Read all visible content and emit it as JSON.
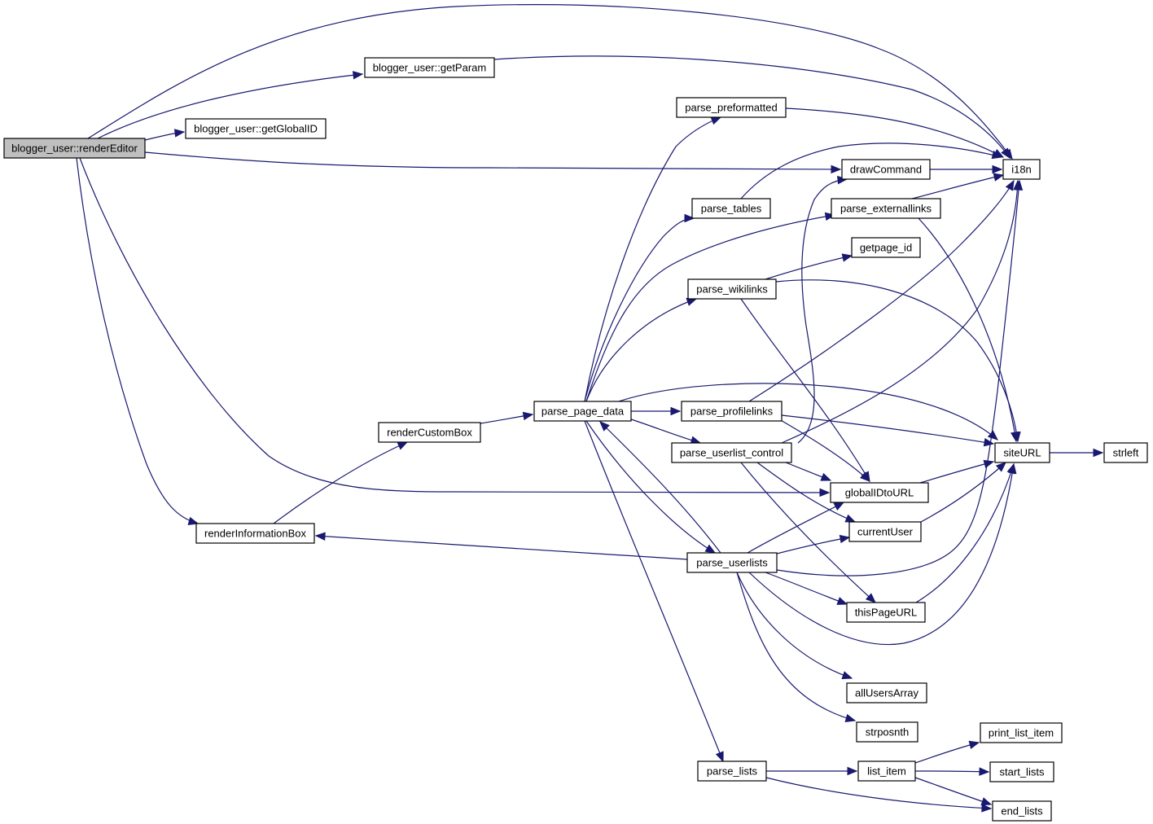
{
  "colors": {
    "edge": "#191970",
    "node_fill": "#ffffff",
    "root_fill": "#bfbfbf",
    "node_border": "#000000"
  },
  "nodes": [
    {
      "id": "renderEditor",
      "label": "blogger_user::renderEditor",
      "root": true
    },
    {
      "id": "getParam",
      "label": "blogger_user::getParam"
    },
    {
      "id": "getGlobalID",
      "label": "blogger_user::getGlobalID"
    },
    {
      "id": "renderInformationBox",
      "label": "renderInformationBox"
    },
    {
      "id": "renderCustomBox",
      "label": "renderCustomBox"
    },
    {
      "id": "parse_page_data",
      "label": "parse_page_data"
    },
    {
      "id": "parse_preformatted",
      "label": "parse_preformatted"
    },
    {
      "id": "parse_tables",
      "label": "parse_tables"
    },
    {
      "id": "parse_wikilinks",
      "label": "parse_wikilinks"
    },
    {
      "id": "parse_profilelinks",
      "label": "parse_profilelinks"
    },
    {
      "id": "parse_userlist_control",
      "label": "parse_userlist_control"
    },
    {
      "id": "parse_userlists",
      "label": "parse_userlists"
    },
    {
      "id": "parse_lists",
      "label": "parse_lists"
    },
    {
      "id": "drawCommand",
      "label": "drawCommand"
    },
    {
      "id": "parse_externallinks",
      "label": "parse_externallinks"
    },
    {
      "id": "getpage_id",
      "label": "getpage_id"
    },
    {
      "id": "globalIDtoURL",
      "label": "globalIDtoURL"
    },
    {
      "id": "currentUser",
      "label": "currentUser"
    },
    {
      "id": "thisPageURL",
      "label": "thisPageURL"
    },
    {
      "id": "allUsersArray",
      "label": "allUsersArray"
    },
    {
      "id": "strposnth",
      "label": "strposnth"
    },
    {
      "id": "list_item",
      "label": "list_item"
    },
    {
      "id": "i18n",
      "label": "i18n"
    },
    {
      "id": "siteURL",
      "label": "siteURL"
    },
    {
      "id": "strleft",
      "label": "strleft"
    },
    {
      "id": "print_list_item",
      "label": "print_list_item"
    },
    {
      "id": "start_lists",
      "label": "start_lists"
    },
    {
      "id": "end_lists",
      "label": "end_lists"
    }
  ],
  "edges": [
    {
      "from": "renderEditor",
      "to": "i18n"
    },
    {
      "from": "renderEditor",
      "to": "getParam"
    },
    {
      "from": "renderEditor",
      "to": "getGlobalID"
    },
    {
      "from": "renderEditor",
      "to": "drawCommand"
    },
    {
      "from": "renderEditor",
      "to": "globalIDtoURL"
    },
    {
      "from": "renderEditor",
      "to": "renderInformationBox"
    },
    {
      "from": "getParam",
      "to": "i18n"
    },
    {
      "from": "renderInformationBox",
      "to": "renderCustomBox"
    },
    {
      "from": "renderCustomBox",
      "to": "parse_page_data"
    },
    {
      "from": "parse_page_data",
      "to": "parse_preformatted"
    },
    {
      "from": "parse_page_data",
      "to": "parse_tables"
    },
    {
      "from": "parse_page_data",
      "to": "parse_externallinks"
    },
    {
      "from": "parse_page_data",
      "to": "parse_wikilinks"
    },
    {
      "from": "parse_page_data",
      "to": "parse_profilelinks"
    },
    {
      "from": "parse_page_data",
      "to": "siteURL"
    },
    {
      "from": "parse_page_data",
      "to": "parse_userlist_control"
    },
    {
      "from": "parse_page_data",
      "to": "parse_userlists"
    },
    {
      "from": "parse_page_data",
      "to": "parse_lists"
    },
    {
      "from": "parse_userlists",
      "to": "parse_page_data"
    },
    {
      "from": "parse_userlists",
      "to": "renderInformationBox"
    },
    {
      "from": "parse_preformatted",
      "to": "i18n"
    },
    {
      "from": "parse_tables",
      "to": "i18n"
    },
    {
      "from": "drawCommand",
      "to": "i18n"
    },
    {
      "from": "parse_externallinks",
      "to": "i18n"
    },
    {
      "from": "parse_externallinks",
      "to": "siteURL"
    },
    {
      "from": "parse_wikilinks",
      "to": "getpage_id"
    },
    {
      "from": "parse_wikilinks",
      "to": "siteURL"
    },
    {
      "from": "parse_wikilinks",
      "to": "globalIDtoURL"
    },
    {
      "from": "parse_profilelinks",
      "to": "i18n"
    },
    {
      "from": "parse_profilelinks",
      "to": "siteURL"
    },
    {
      "from": "parse_profilelinks",
      "to": "globalIDtoURL"
    },
    {
      "from": "parse_userlist_control",
      "to": "drawCommand"
    },
    {
      "from": "parse_userlist_control",
      "to": "i18n"
    },
    {
      "from": "parse_userlist_control",
      "to": "globalIDtoURL"
    },
    {
      "from": "parse_userlist_control",
      "to": "currentUser"
    },
    {
      "from": "parse_userlist_control",
      "to": "thisPageURL"
    },
    {
      "from": "parse_userlists",
      "to": "globalIDtoURL"
    },
    {
      "from": "parse_userlists",
      "to": "currentUser"
    },
    {
      "from": "parse_userlists",
      "to": "i18n"
    },
    {
      "from": "parse_userlists",
      "to": "thisPageURL"
    },
    {
      "from": "parse_userlists",
      "to": "siteURL"
    },
    {
      "from": "parse_userlists",
      "to": "allUsersArray"
    },
    {
      "from": "parse_userlists",
      "to": "strposnth"
    },
    {
      "from": "globalIDtoURL",
      "to": "siteURL"
    },
    {
      "from": "currentUser",
      "to": "siteURL"
    },
    {
      "from": "thisPageURL",
      "to": "siteURL"
    },
    {
      "from": "siteURL",
      "to": "strleft"
    },
    {
      "from": "parse_lists",
      "to": "list_item"
    },
    {
      "from": "parse_lists",
      "to": "end_lists"
    },
    {
      "from": "list_item",
      "to": "print_list_item"
    },
    {
      "from": "list_item",
      "to": "start_lists"
    },
    {
      "from": "list_item",
      "to": "end_lists"
    }
  ]
}
